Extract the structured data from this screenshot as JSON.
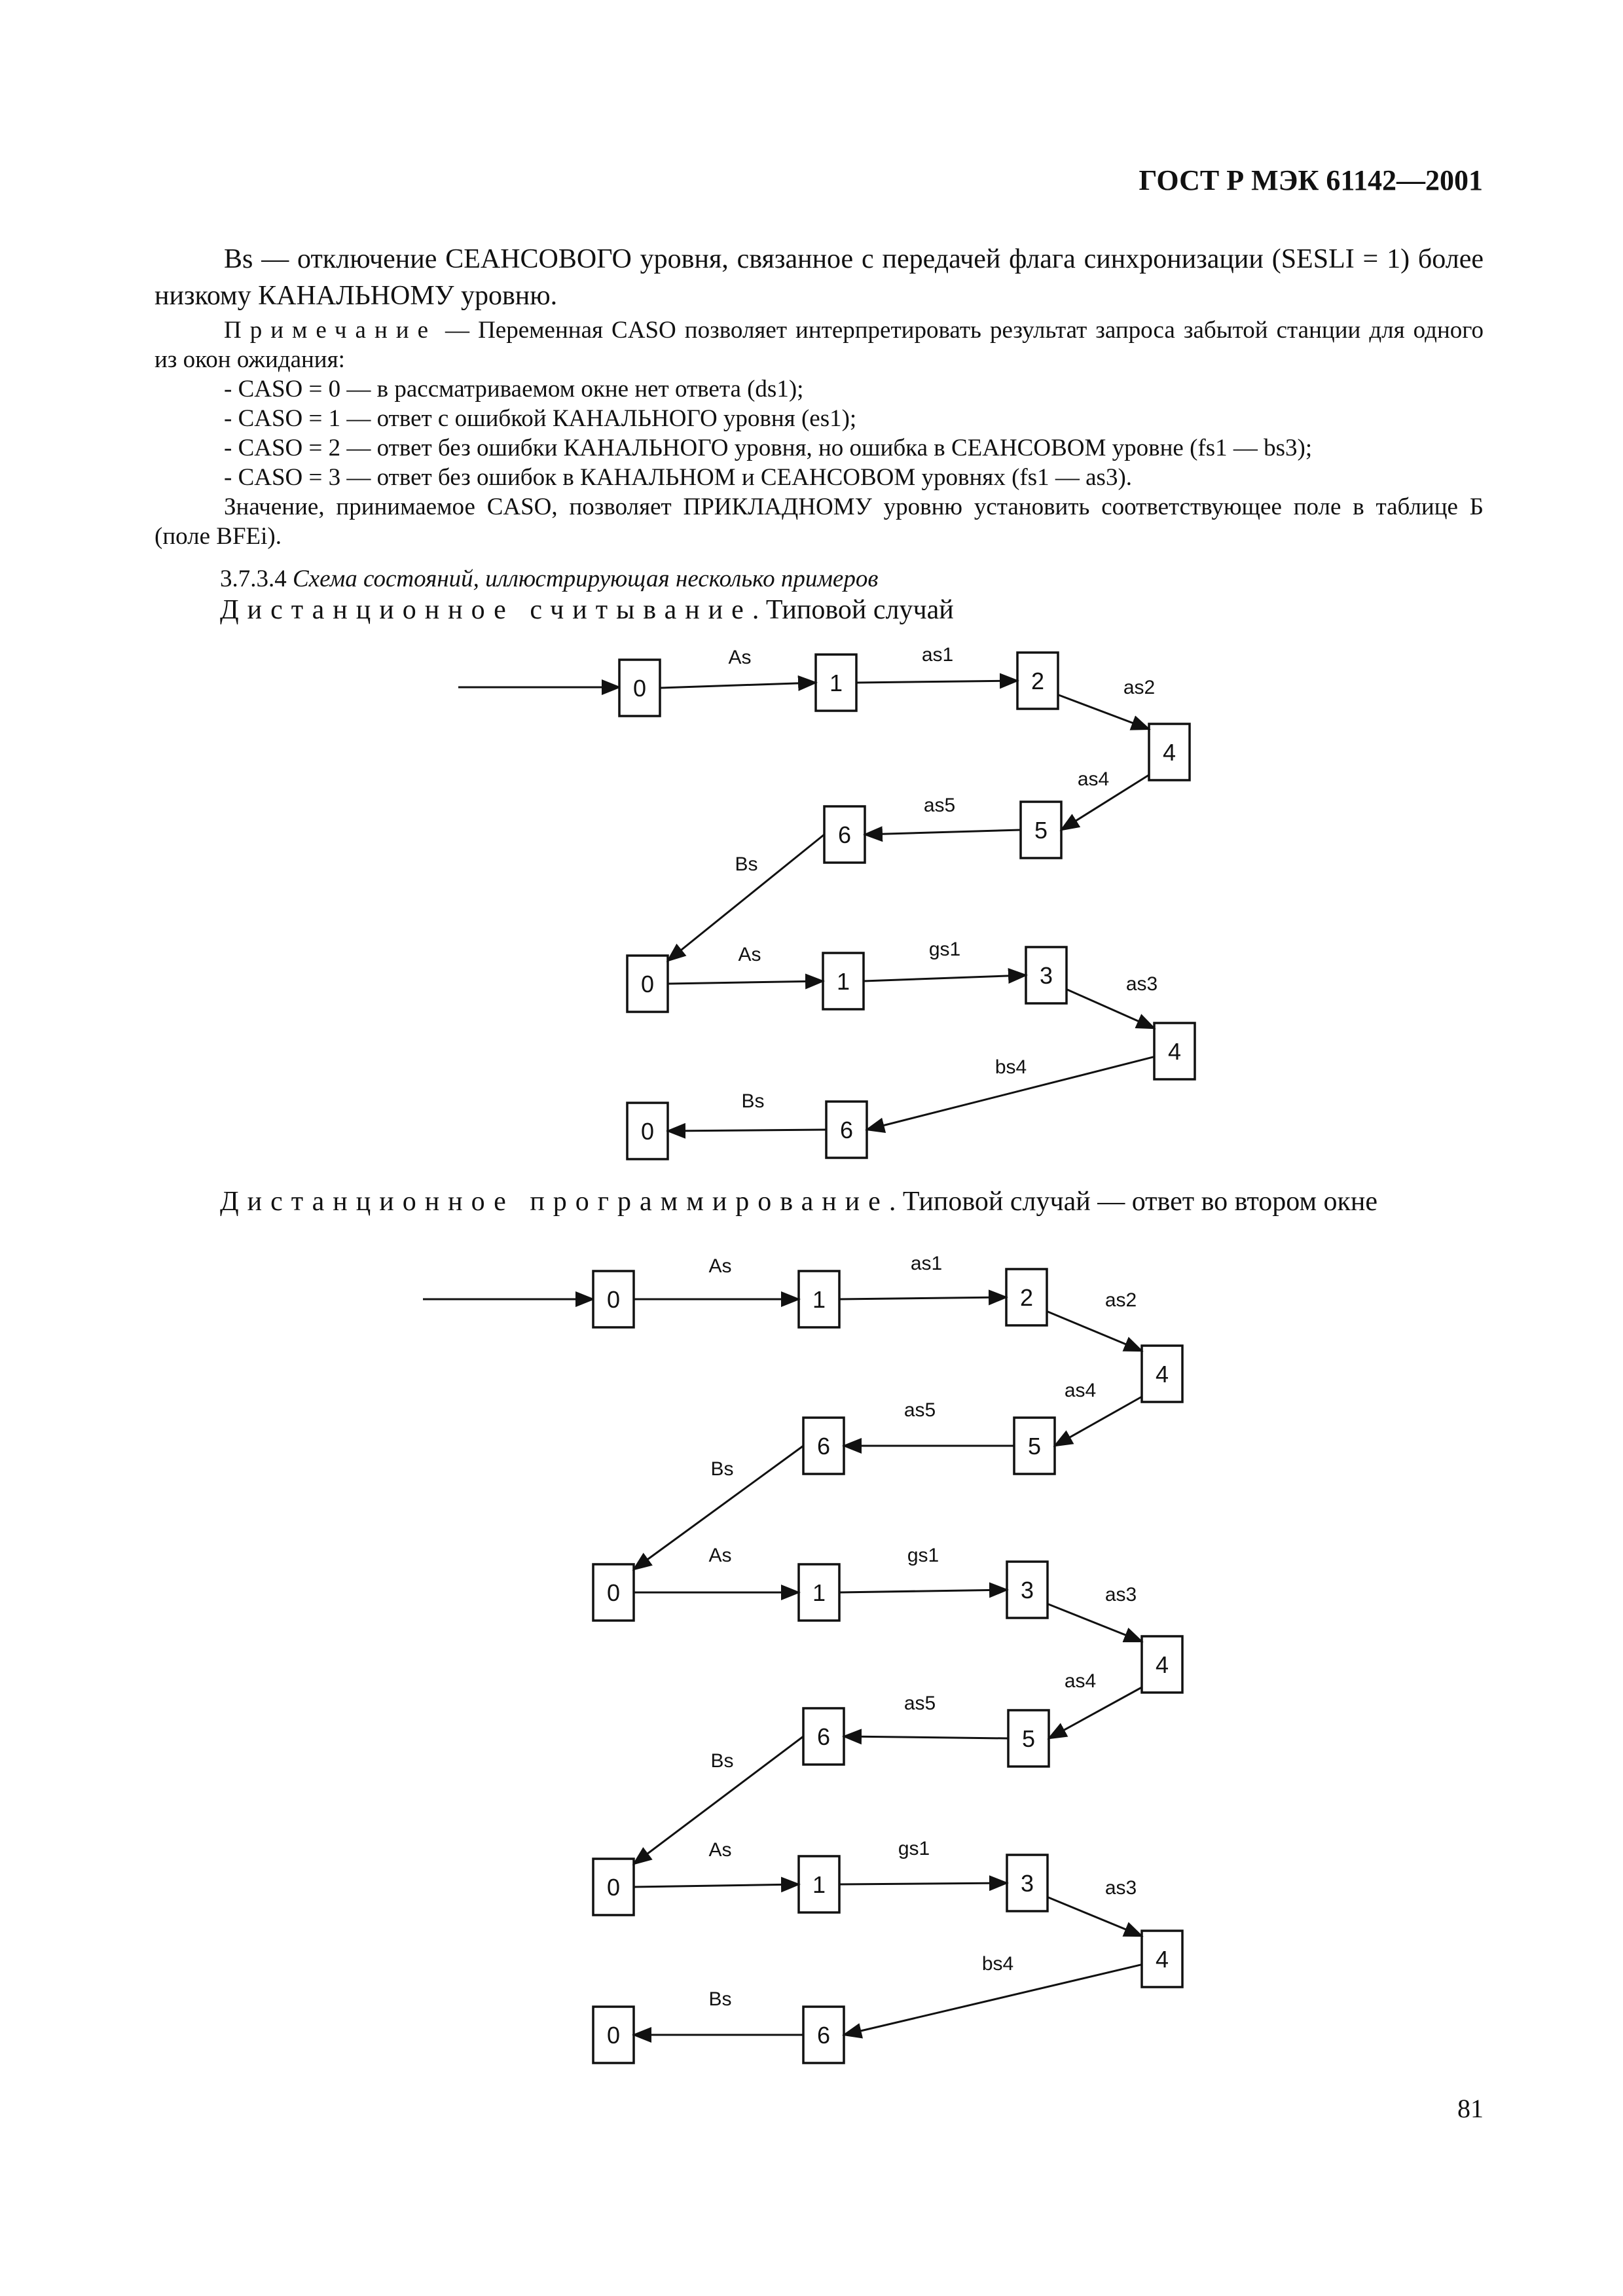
{
  "header": "ГОСТ Р МЭК 61142—2001",
  "para_bs": "Bs — отключение СЕАНСОВОГО уровня, связанное с передачей флага синхронизации (SESLI = 1) более низкому КАНАЛЬНОМУ уровню.",
  "note": {
    "label": "Примечание",
    "text": " — Переменная CASO позволяет интерпретировать результат запроса забытой станции для одного из окон ожидания:",
    "items": [
      "- CASO = 0 — в рассматриваемом окне нет ответа (ds1);",
      "- CASO = 1 — ответ с ошибкой КАНАЛЬНОГО уровня (es1);",
      "- CASO = 2 — ответ без ошибки КАНАЛЬНОГО уровня, но ошибка в СЕАНСОВОМ уровне (fs1 — bs3);",
      "- CASO = 3 — ответ без ошибок в КАНАЛЬНОМ и СЕАНСОВОМ уровнях (fs1 — as3)."
    ],
    "tail": "Значение, принимаемое CASO, позволяет ПРИКЛАДНОМУ уровню установить соответствующее поле в таблице Б (поле BFEi)."
  },
  "section": {
    "number": "3.7.3.4",
    "title": "Схема состояний, иллюстрирующая несколько примеров"
  },
  "caption1": {
    "spaced": "Дистанционное считывание",
    "rest": ". Типовой случай"
  },
  "caption2": {
    "spaced": "Дистанционное программирование",
    "rest": ". Типовой случай — ответ во втором окне"
  },
  "diagram1": {
    "states": [
      "0",
      "1",
      "2",
      "4",
      "5",
      "6",
      "0",
      "1",
      "3",
      "4",
      "0",
      "6"
    ],
    "labels": [
      "As",
      "as1",
      "as2",
      "as4",
      "as5",
      "Bs",
      "As",
      "gs1",
      "as3",
      "bs4",
      "Bs"
    ]
  },
  "diagram2": {
    "states": [
      "0",
      "1",
      "2",
      "4",
      "5",
      "6",
      "0",
      "1",
      "3",
      "4",
      "5",
      "6",
      "0",
      "1",
      "3",
      "4",
      "0",
      "6"
    ],
    "labels": [
      "As",
      "as1",
      "as2",
      "as4",
      "as5",
      "Bs",
      "As",
      "gs1",
      "as3",
      "as4",
      "as5",
      "Bs",
      "As",
      "gs1",
      "as3",
      "bs4",
      "Bs"
    ]
  },
  "page_number": "81"
}
